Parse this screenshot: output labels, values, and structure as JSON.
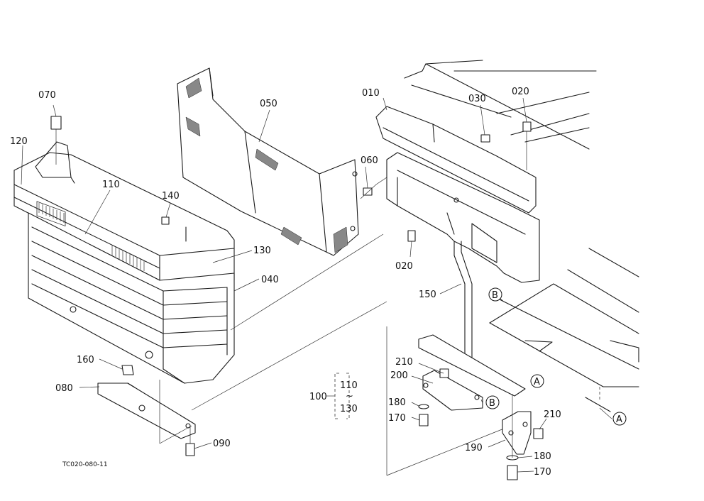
{
  "diagram_code": "TC020-080-11",
  "labels": {
    "p070": "070",
    "p120": "120",
    "p110": "110",
    "p140": "140",
    "p050": "050",
    "p060": "060",
    "p130": "130",
    "p040": "040",
    "p010": "010",
    "p030": "030",
    "p020a": "020",
    "p020b": "020",
    "p150": "150",
    "p160": "160",
    "p080": "080",
    "p090": "090",
    "p210a": "210",
    "p200": "200",
    "p180a": "180",
    "p170a": "170",
    "p190": "190",
    "p210b": "210",
    "p180b": "180",
    "p170b": "170",
    "p100": "100",
    "p110g": "110",
    "tilde": "~",
    "p130g": "130",
    "refA1": "A",
    "refA2": "A",
    "refB1": "B",
    "refB2": "B"
  }
}
